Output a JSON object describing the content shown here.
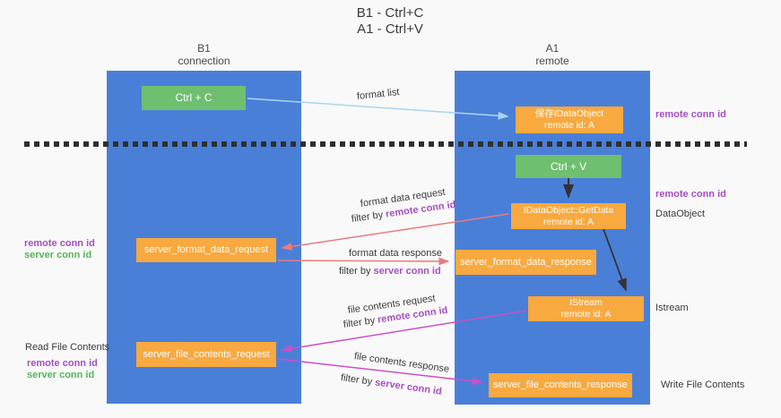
{
  "colors": {
    "background": "#f9f9f9",
    "column_blue": "#4a7fd8",
    "box_orange": "#f8a93f",
    "box_green": "#6fbf70",
    "text_purple": "#a74ec4",
    "text_green": "#55b45c",
    "arrow_red": "#e87c7c",
    "arrow_magenta": "#cb4fc8",
    "arrow_lightblue": "#aad5f2",
    "text_dark": "#3b3b3b"
  },
  "title": {
    "line1": "B1 - Ctrl+C",
    "line2": "A1 - Ctrl+V"
  },
  "lifelines": {
    "left": {
      "name": "B1",
      "role": "connection"
    },
    "right": {
      "name": "A1",
      "role": "remote"
    }
  },
  "nodes": {
    "ctrl_c": {
      "label": "Ctrl + C"
    },
    "ctrl_v": {
      "label": "Ctrl + V"
    },
    "save_idataobject": {
      "line1": "保存IDataObject",
      "line2": "remote id: A"
    },
    "getdata": {
      "line1": "IDataObject::GetData",
      "line2": "remote id: A"
    },
    "istream": {
      "line1": "IStream",
      "line2": "remote id: A"
    },
    "server_format_data_request": {
      "label": "server_format_data_request"
    },
    "server_format_data_response": {
      "label": "server_format_data_response"
    },
    "server_file_contents_request": {
      "label": "server_file_contents_request"
    },
    "server_file_contents_response": {
      "label": "server_file_contents_response"
    }
  },
  "side_labels": {
    "right_top_conn_id": "remote conn id",
    "right_mid_conn_id": "remote conn id",
    "right_dataobject": "DataObject",
    "right_istream": "Istream",
    "right_write_file": "Write File Contents",
    "left_mid_remote": "remote conn id",
    "left_mid_server": "server conn id",
    "left_read_file": "Read File Contents",
    "left_bottom_remote": "remote conn id",
    "left_bottom_server": "server conn id"
  },
  "arrow_labels": {
    "format_list": "format list",
    "format_data_request": "format data request",
    "format_data_request_filter_prefix": "filter by ",
    "format_data_request_filter_value": "remote conn id",
    "format_data_response": "format data response",
    "format_data_response_filter_prefix": "filter by ",
    "format_data_response_filter_value": "server conn id",
    "file_contents_request": "file contents request",
    "file_contents_request_filter_prefix": "filter by ",
    "file_contents_request_filter_value": "remote conn id",
    "file_contents_response": "file contents response",
    "file_contents_response_filter_prefix": "filter by ",
    "file_contents_response_filter_value": "server conn id"
  }
}
